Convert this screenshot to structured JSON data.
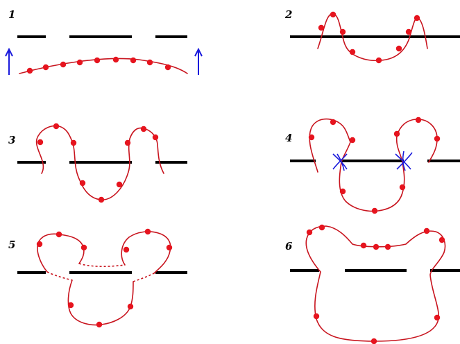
{
  "panels": [
    {
      "number": "1"
    },
    {
      "number": "2"
    },
    {
      "number": "3"
    },
    {
      "number": "4"
    },
    {
      "number": "5"
    },
    {
      "number": "6"
    }
  ],
  "colors": {
    "bar": "#000000",
    "rope": "#c8141e",
    "dot": "#e6141e",
    "arrow": "#1a1adc"
  }
}
